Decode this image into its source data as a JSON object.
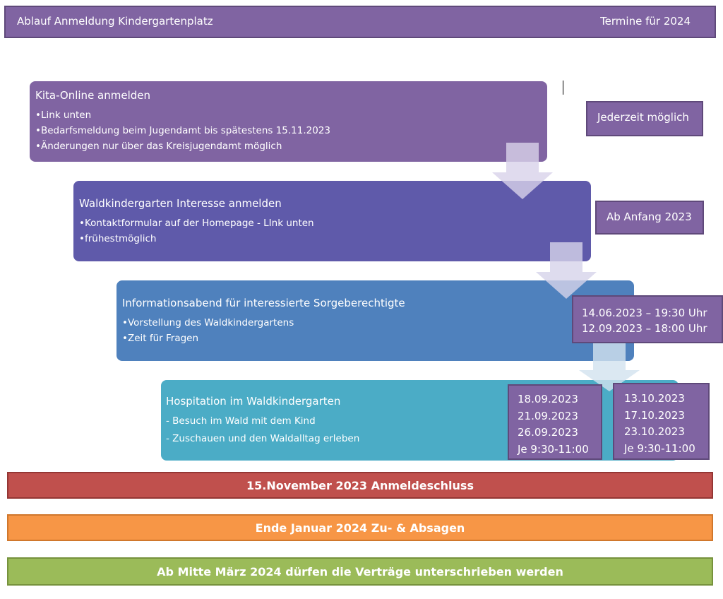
{
  "header": {
    "title": "Ablauf Anmeldung Kindergartenplatz",
    "right": "Termine für 2024"
  },
  "steps": [
    {
      "title": "Kita-Online anmelden",
      "bullets": [
        "•Link unten",
        "•Bedarfsmeldung beim Jugendamt bis spätestens 15.11.2023",
        "•Änderungen nur über das Kreisjugendamt möglich"
      ],
      "color": "#8064a2"
    },
    {
      "title": "Waldkindergarten Interesse anmelden",
      "bullets": [
        "•Kontaktformular auf der Homepage - LInk unten",
        "•frühestmöglich"
      ],
      "color": "#5f5aaa"
    },
    {
      "title": "Informationsabend für interessierte Sorgeberechtigte",
      "bullets": [
        "•Vorstellung des Waldkindergartens",
        "•Zeit für Fragen"
      ],
      "color": "#4f81bd"
    },
    {
      "title": "Hospitation im Waldkindergarten",
      "bullets": [
        "- Besuch im Wald mit dem Kind",
        "- Zuschauen und den Waldalltag erleben"
      ],
      "color": "#4bacc6"
    }
  ],
  "notes": {
    "anytime": "Jederzeit möglich",
    "from_start": "Ab Anfang 2023",
    "info_dates": [
      "14.06.2023 – 19:30 Uhr",
      "12.09.2023 – 18:00 Uhr"
    ],
    "hosp_dates_1": [
      "18.09.2023",
      "21.09.2023",
      "26.09.2023",
      "Je 9:30-11:00"
    ],
    "hosp_dates_2": [
      "13.10.2023",
      "17.10.2023",
      "23.10.2023",
      "Je 9:30-11:00"
    ]
  },
  "bars": {
    "deadline": "15.November 2023 Anmeldeschluss",
    "responses": "Ende Januar 2024 Zu- & Absagen",
    "contracts": "Ab Mitte März 2024 dürfen die Verträge unterschrieben werden"
  },
  "colors": {
    "header": "#8064a2",
    "deadline": "#c0504d",
    "responses": "#f79646",
    "contracts": "#9bbb59"
  }
}
